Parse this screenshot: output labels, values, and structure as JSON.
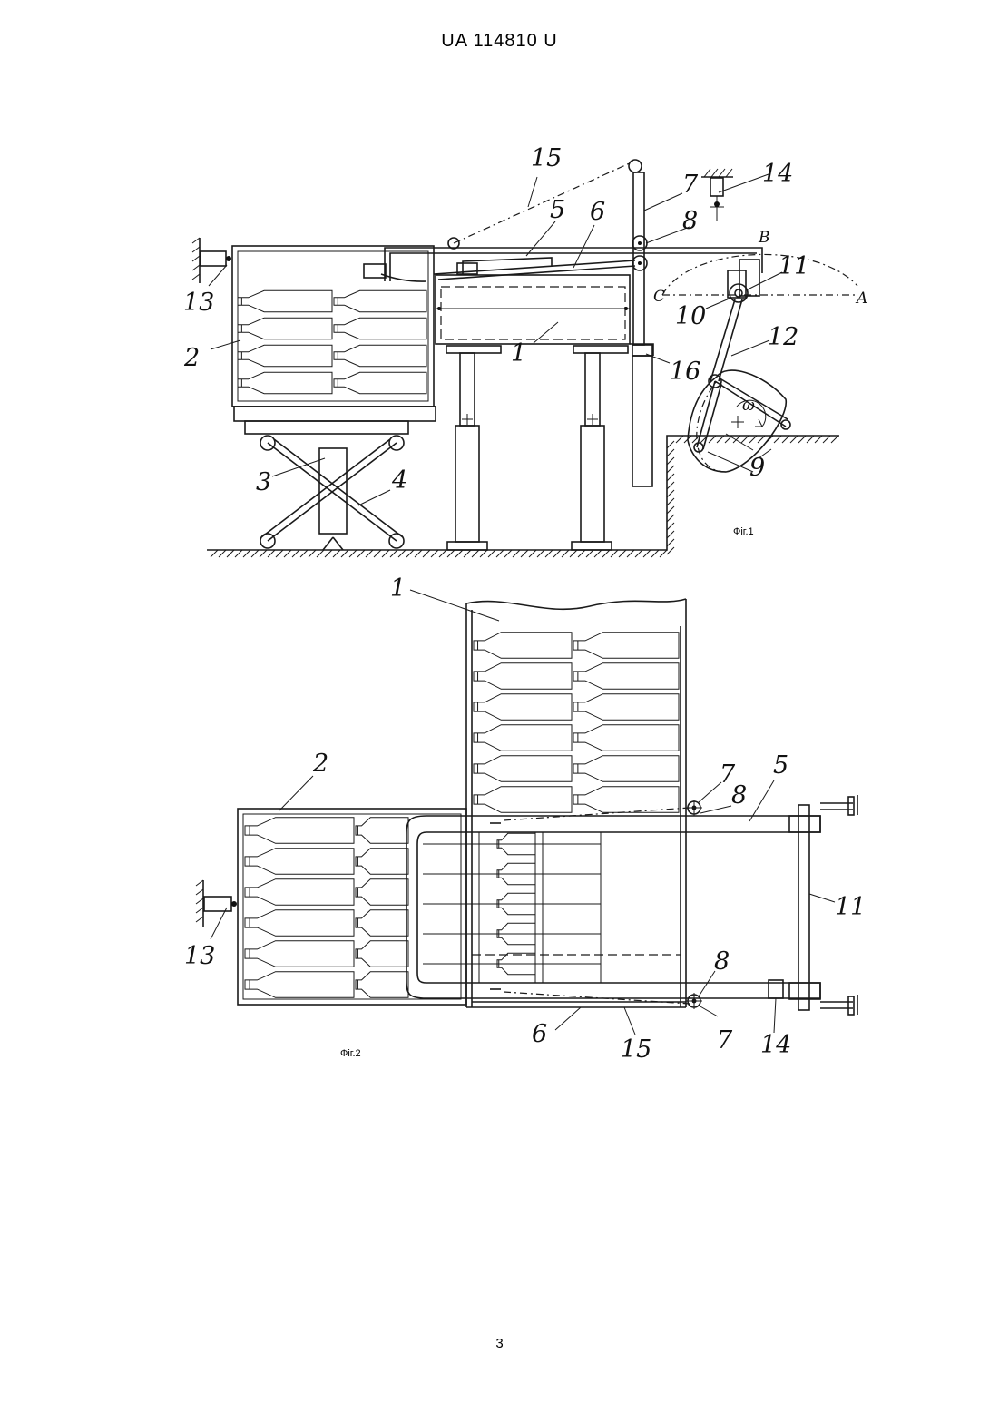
{
  "header": {
    "doc_id": "UA   114810   U"
  },
  "page_number": "3",
  "figures": {
    "fig1": {
      "caption": "Фіг.1",
      "labels": {
        "n1": "1",
        "n2": "2",
        "n3": "3",
        "n4": "4",
        "n5": "5",
        "n6": "6",
        "n7": "7",
        "n8": "8",
        "n9": "9",
        "n10": "10",
        "n11": "11",
        "n12": "12",
        "n13": "13",
        "n14": "14",
        "n15": "15",
        "n16": "16",
        "pA": "A",
        "pB": "B",
        "pC": "C",
        "omega": "ω"
      }
    },
    "fig2": {
      "caption": "Фіг.2",
      "labels": {
        "n1": "1",
        "n2": "2",
        "n5": "5",
        "n6": "6",
        "n7a": "7",
        "n7b": "7",
        "n8a": "8",
        "n8b": "8",
        "n11": "11",
        "n13": "13",
        "n14": "14",
        "n15": "15"
      }
    }
  }
}
